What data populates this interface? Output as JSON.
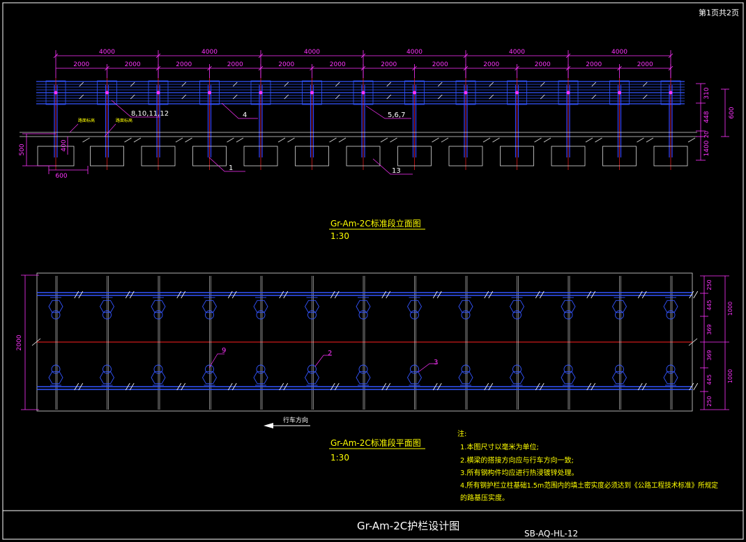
{
  "page_indicator": "第1页共2页",
  "elevation": {
    "dim_top": [
      "4000",
      "4000",
      "4000",
      "4000",
      "4000",
      "4000"
    ],
    "dim_sub": [
      "2000",
      "2000",
      "2000",
      "2000",
      "2000",
      "2000",
      "2000",
      "2000",
      "2000",
      "2000",
      "2000",
      "2000"
    ],
    "right_dims": [
      "310",
      "448",
      "20",
      "1400",
      "600"
    ],
    "left_dims": [
      "500",
      "400",
      "600"
    ],
    "callouts": [
      "8,10,11,12",
      "4",
      "5,6,7",
      "1",
      "13"
    ],
    "tiny_labels": [
      "路面标高",
      "路面标高"
    ],
    "title": "Gr-Am-2C标准段立面图",
    "scale": "1:30"
  },
  "plan": {
    "left_dim": "2000",
    "right_dims": [
      "250",
      "445",
      "369",
      "369",
      "445",
      "250",
      "1000",
      "1000"
    ],
    "callouts": [
      "9",
      "2",
      "3"
    ],
    "direction_label": "行车方向",
    "title": "Gr-Am-2C标准段平面图",
    "scale": "1:30"
  },
  "notes": {
    "heading": "注:",
    "items": [
      "1.本图尺寸以毫米为单位;",
      "2.横梁的搭接方向应与行车方向一致;",
      "3.所有钢构件均应进行热浸镀锌处理。",
      "4.所有钢护栏立柱基础1.5m范围内的填土密实度必须达到《公路工程技术标准》所规定",
      "的路基压实度。"
    ]
  },
  "drawing_title": "Gr-Am-2C护栏设计图",
  "drawing_number": "SB-AQ-HL-12",
  "colors": {
    "frame": "#ffffff",
    "rail": "#3355ff",
    "post": "#3344ff",
    "centerline": "#ff2020",
    "dimension": "#ff33ff",
    "text": "#ffff00",
    "ground": "#dddddd"
  }
}
